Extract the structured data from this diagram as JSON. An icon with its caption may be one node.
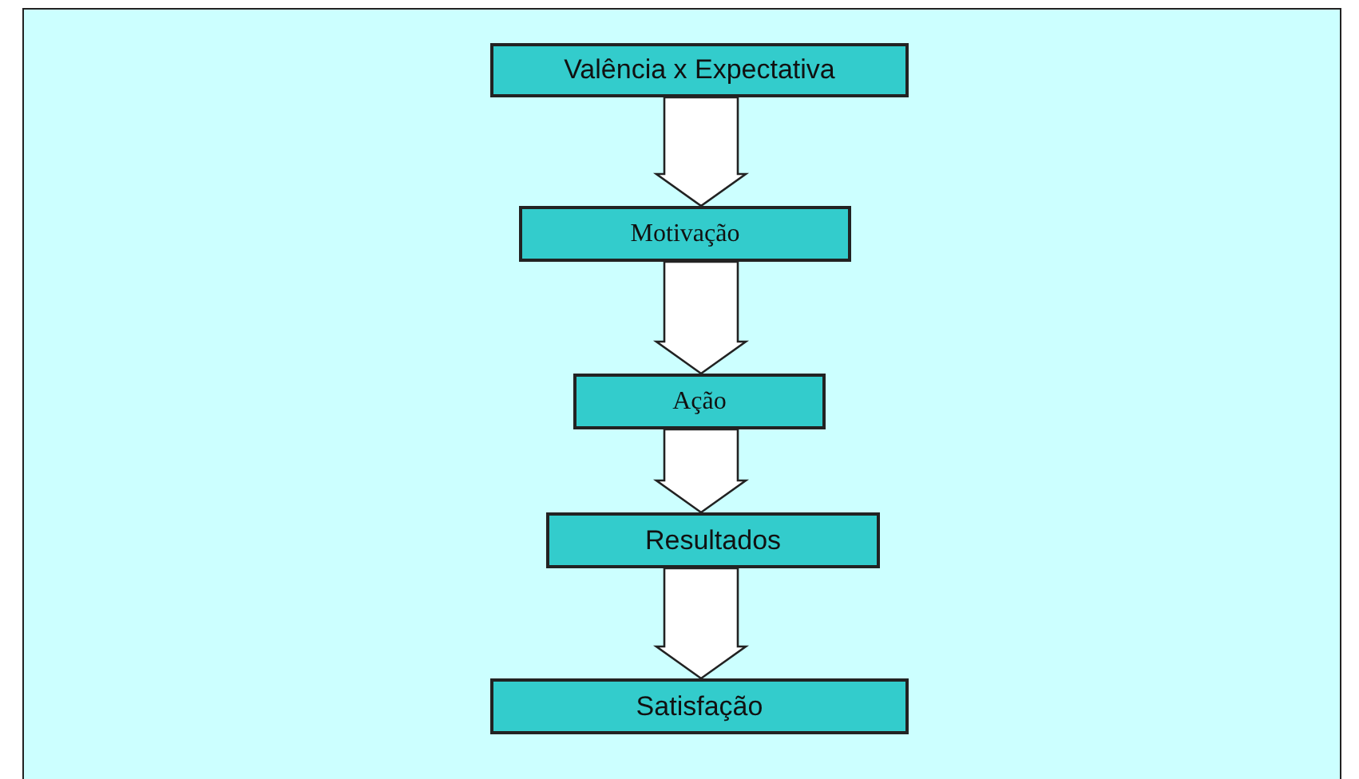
{
  "diagram": {
    "nodes": [
      {
        "text": [
          "Valência x Expectativa"
        ]
      },
      {
        "text": [
          "Motivação"
        ]
      },
      {
        "text": [
          "Ação"
        ]
      },
      {
        "text": [
          "Resultados"
        ]
      },
      {
        "text": [
          "Satisfação"
        ]
      }
    ],
    "edges": [
      {
        "from": 0,
        "to": 1,
        "arrow": "to"
      },
      {
        "from": 1,
        "to": 2,
        "arrow": "to"
      },
      {
        "from": 2,
        "to": 3,
        "arrow": "to"
      },
      {
        "from": 3,
        "to": 4,
        "arrow": "to"
      }
    ]
  }
}
